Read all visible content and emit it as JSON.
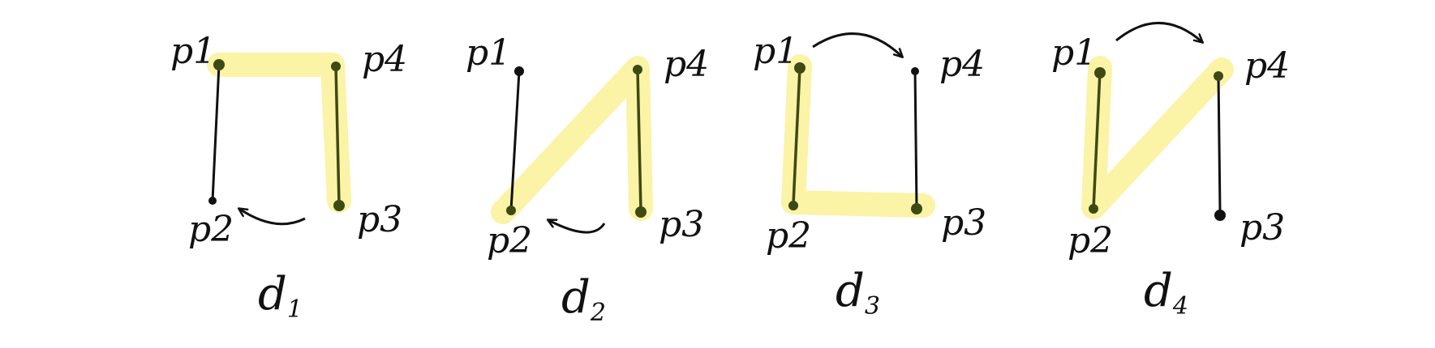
{
  "colors": {
    "ink": "#111111",
    "highlight": "#fbf3a6",
    "highlight_ink": "#3e4a14"
  },
  "panels": [
    {
      "name": "d1",
      "label": {
        "letter": "d",
        "sub": "1"
      },
      "points": {
        "p1": "p1",
        "p2": "p2",
        "p3": "p3",
        "p4": "p4"
      },
      "highlight": [
        "p1",
        "p4",
        "p3"
      ],
      "arrow": "p3-to-p2"
    },
    {
      "name": "d2",
      "label": {
        "letter": "d",
        "sub": "2"
      },
      "points": {
        "p1": "p1",
        "p2": "p2",
        "p3": "p3",
        "p4": "p4"
      },
      "highlight": [
        "p2",
        "p4",
        "p3"
      ],
      "arrow": "p3-to-p2"
    },
    {
      "name": "d3",
      "label": {
        "letter": "d",
        "sub": "3"
      },
      "points": {
        "p1": "p1",
        "p2": "p2",
        "p3": "p3",
        "p4": "p4"
      },
      "highlight": [
        "p1",
        "p2",
        "p3"
      ],
      "arrow": "p1-to-p4"
    },
    {
      "name": "d4",
      "label": {
        "letter": "d",
        "sub": "4"
      },
      "points": {
        "p1": "p1",
        "p2": "p2",
        "p3": "p3",
        "p4": "p4"
      },
      "highlight": [
        "p1",
        "p2",
        "p4"
      ],
      "arrow": "p1-to-p4"
    }
  ]
}
